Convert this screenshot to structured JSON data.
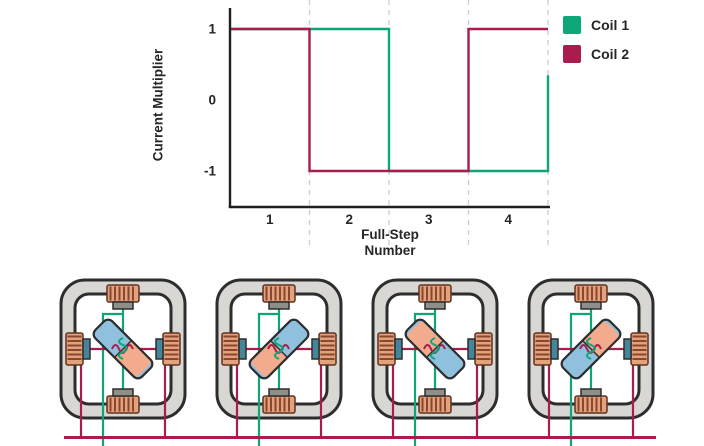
{
  "chart_data": {
    "type": "line",
    "subtype": "step-square-wave",
    "xlabel": "Full-Step Number",
    "ylabel": "Current Multiplier",
    "x_range": [
      0.5,
      4.5
    ],
    "y_range": [
      -1.4,
      1.4
    ],
    "x_ticks": [
      {
        "value": 1,
        "label": "1"
      },
      {
        "value": 2,
        "label": "2"
      },
      {
        "value": 3,
        "label": "3"
      },
      {
        "value": 4,
        "label": "4"
      }
    ],
    "y_ticks": [
      {
        "value": 1,
        "label": "1"
      },
      {
        "value": 0,
        "label": "0"
      },
      {
        "value": -1,
        "label": "-1"
      }
    ],
    "gridlines_x": [
      1.5,
      2.5,
      3.5,
      4.5
    ],
    "grid_style": "dashed",
    "legend_position": "top-right",
    "series": [
      {
        "name": "Coil 1",
        "color": "#0CA678",
        "points": [
          [
            0.5,
            1
          ],
          [
            2.5,
            1
          ],
          [
            2.5,
            -1
          ],
          [
            4.5,
            -1
          ],
          [
            4.5,
            0.35
          ]
        ]
      },
      {
        "name": "Coil 2",
        "color": "#A81D4D",
        "points": [
          [
            0.5,
            1
          ],
          [
            1.5,
            1
          ],
          [
            1.5,
            -1
          ],
          [
            3.5,
            -1
          ],
          [
            3.5,
            1
          ],
          [
            4.5,
            1
          ]
        ]
      }
    ]
  },
  "motors": {
    "count": 4,
    "rotor_angles": [
      45,
      135,
      225,
      315
    ],
    "colors": {
      "stator": "#D8D7D3",
      "rotor_blue": "#8FC1DE",
      "rotor_salmon": "#F3AB8E",
      "coil1_wire": "#0CA678",
      "coil2_wire": "#A81D4D",
      "winding": "#E2A27A",
      "winding_stripe": "#8A4630",
      "pole_shoe": "#8E8E8B",
      "side_shoe": "#44859B",
      "outline": "#2D2D2D"
    }
  }
}
